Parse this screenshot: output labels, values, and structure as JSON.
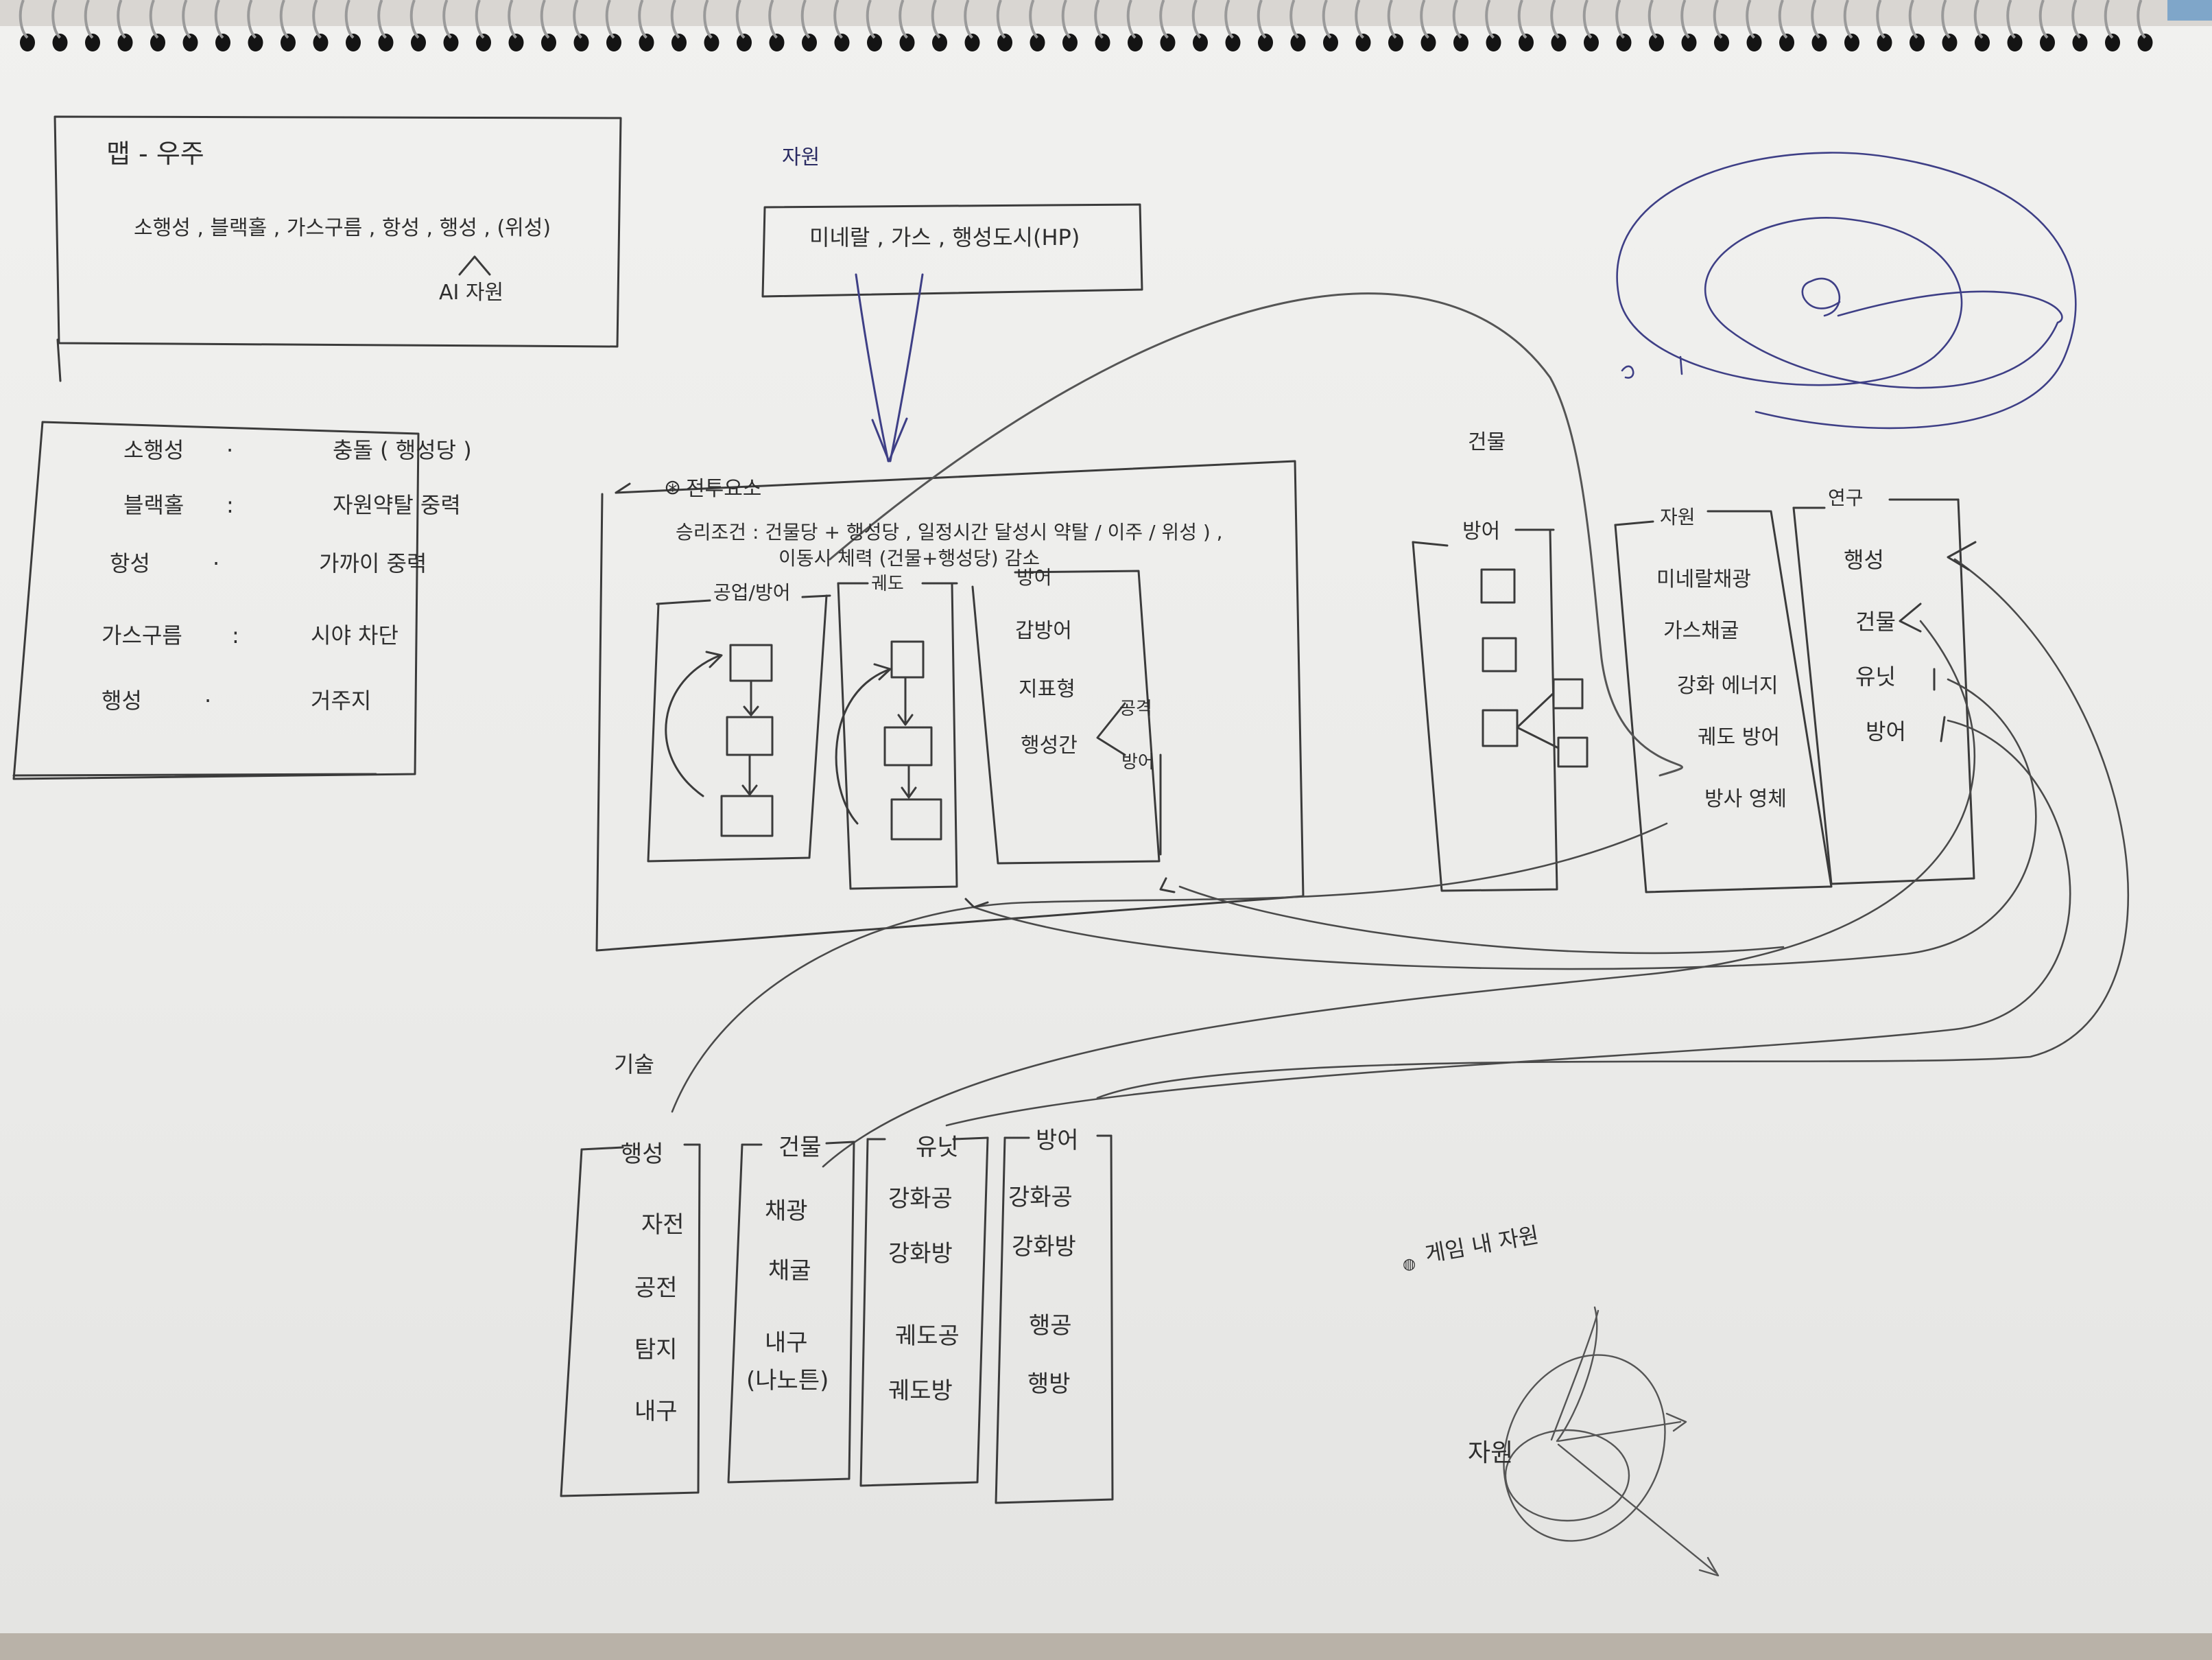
{
  "map_box": {
    "title": "맵 - 우주",
    "items": "소행성 , 블랙홀 , 가스구름 , 항성 , 행성 , (위성)",
    "ai_note": "AI 자원"
  },
  "desc_box": {
    "rows": [
      {
        "key": "소행성",
        "sep": "·",
        "val": "충돌 ( 행성당 )"
      },
      {
        "key": "블랙홀",
        "sep": ":",
        "val": "자원약탈 중력"
      },
      {
        "key": "항성",
        "sep": "·",
        "val": "가까이 중력"
      },
      {
        "key": "가스구름",
        "sep": ":",
        "val": "시야 차단"
      },
      {
        "key": "행성",
        "sep": "·",
        "val": "거주지"
      }
    ]
  },
  "resource_top": {
    "heading": "자원",
    "items": "미네랄 , 가스 , 행성도시(HP)"
  },
  "combat_box": {
    "title": "전투요소",
    "win": "승리조건 : 건물당 + 행성당 , 일정시간 달성시 약탈 / 이주 / 위성 ) ,",
    "line2": "이동시 체력 (건물+행성당) 감소",
    "col1": "공업/방어",
    "col2": "궤도",
    "col3": "방어",
    "col3_items": [
      "갑방어",
      "지표형",
      "행성간"
    ],
    "col3_branch": [
      "공격",
      "방어"
    ]
  },
  "building": {
    "heading": "건물",
    "defense_title": "방어",
    "resource_title": "자원",
    "resource_items": [
      "미네랄채광",
      "가스채굴",
      "강화 에너지",
      "궤도 방어",
      "방사 영체"
    ],
    "research_title": "연구",
    "research_items": [
      "행성",
      "건물",
      "유닛",
      "방어"
    ]
  },
  "tech": {
    "heading": "기술",
    "cols": [
      {
        "title": "행성",
        "items": [
          "자전",
          "공전",
          "탐지",
          "내구"
        ]
      },
      {
        "title": "건물",
        "items": [
          "채광",
          "채굴",
          "내구",
          "(나노튼)"
        ]
      },
      {
        "title": "유닛",
        "items": [
          "강화공",
          "강화방",
          "궤도공",
          "궤도방"
        ]
      },
      {
        "title": "방어",
        "items": [
          "강화공",
          "강화방",
          "행공",
          "행방"
        ]
      }
    ]
  },
  "ingame": {
    "note": "게임 내 자원",
    "label": "자원"
  }
}
